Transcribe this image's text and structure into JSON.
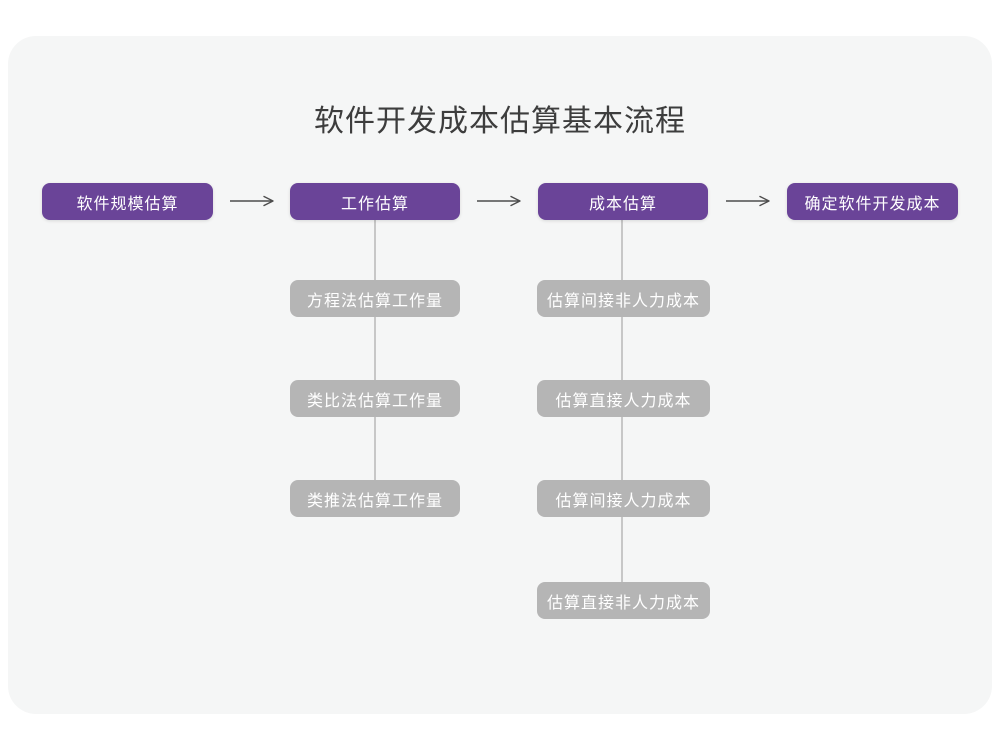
{
  "title": "软件开发成本估算基本流程",
  "colors": {
    "page_background": "#ffffff",
    "panel_background": "#f5f6f6",
    "primary_node": "#6a4498",
    "secondary_node": "#b5b5b5",
    "node_text": "#ffffff",
    "title_text": "#3d3d3d",
    "arrow": "#4d4d4d",
    "connector_line": "#c7c7c7"
  },
  "flow": {
    "main_steps": [
      {
        "label": "软件规模估算"
      },
      {
        "label": "工作估算"
      },
      {
        "label": "成本估算"
      },
      {
        "label": "确定软件开发成本"
      }
    ],
    "work_estimation_methods": [
      {
        "label": "方程法估算工作量"
      },
      {
        "label": "类比法估算工作量"
      },
      {
        "label": "类推法估算工作量"
      }
    ],
    "cost_estimation_steps": [
      {
        "label": "估算间接非人力成本"
      },
      {
        "label": "估算直接人力成本"
      },
      {
        "label": "估算间接人力成本"
      },
      {
        "label": "估算直接非人力成本"
      }
    ]
  }
}
